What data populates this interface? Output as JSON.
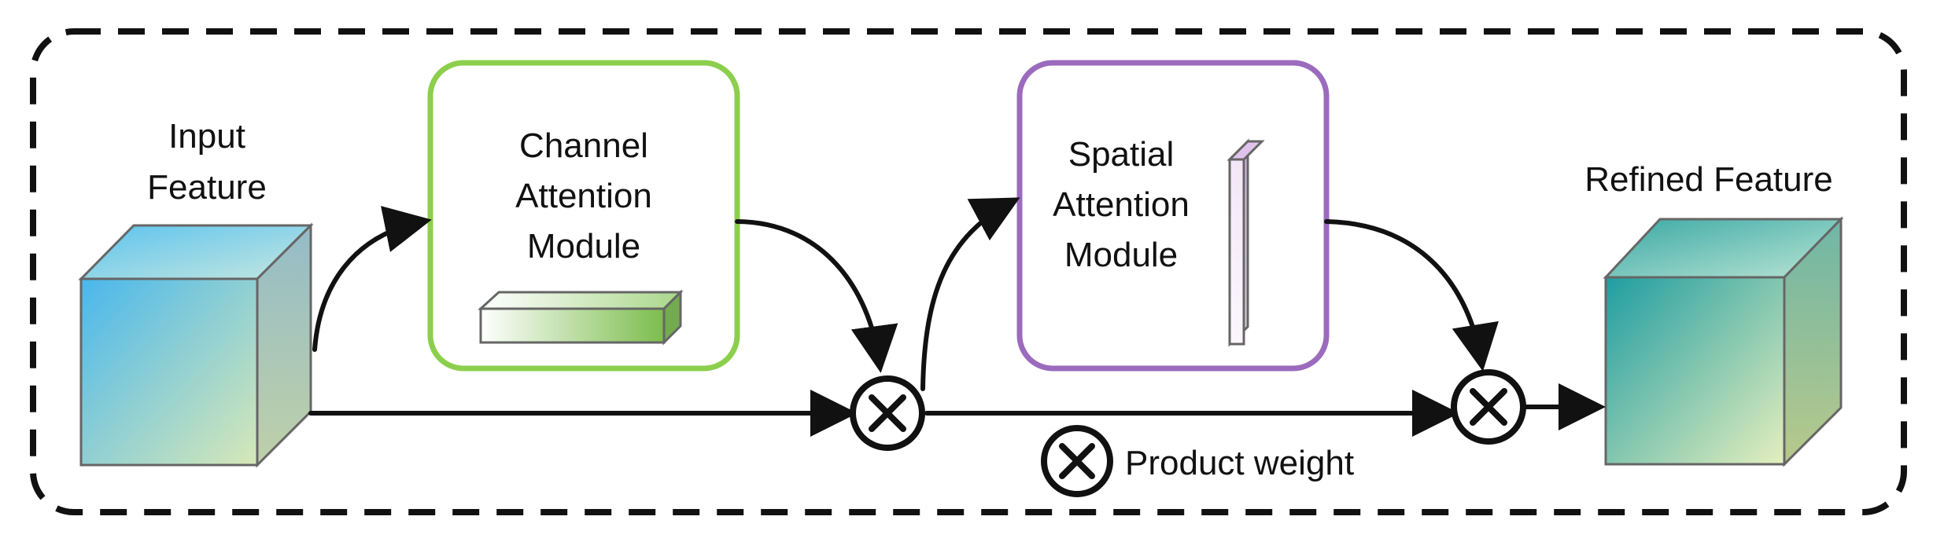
{
  "input_feature": {
    "line1": "Input",
    "line2": "Feature"
  },
  "channel_module": {
    "line1": "Channel",
    "line2": "Attention",
    "line3": "Module",
    "border_color": "#8ccf4d"
  },
  "spatial_module": {
    "line1": "Spatial",
    "line2": "Attention",
    "line3": "Module",
    "border_color": "#9b6bbd"
  },
  "refined_feature": {
    "label": "Refined Feature"
  },
  "legend": {
    "label": "Product weight",
    "icon": "multiply-circle-icon"
  },
  "colors": {
    "frame": "#111111",
    "arrow": "#111111",
    "input_cube_light": "#4bb8ec",
    "input_cube_dark": "#d7e8b8",
    "refined_cube_light": "#25a7a4",
    "refined_cube_dark": "#e4efbf",
    "channel_bar": "#7cbd4d",
    "spatial_slab": "#d7b8e3"
  }
}
